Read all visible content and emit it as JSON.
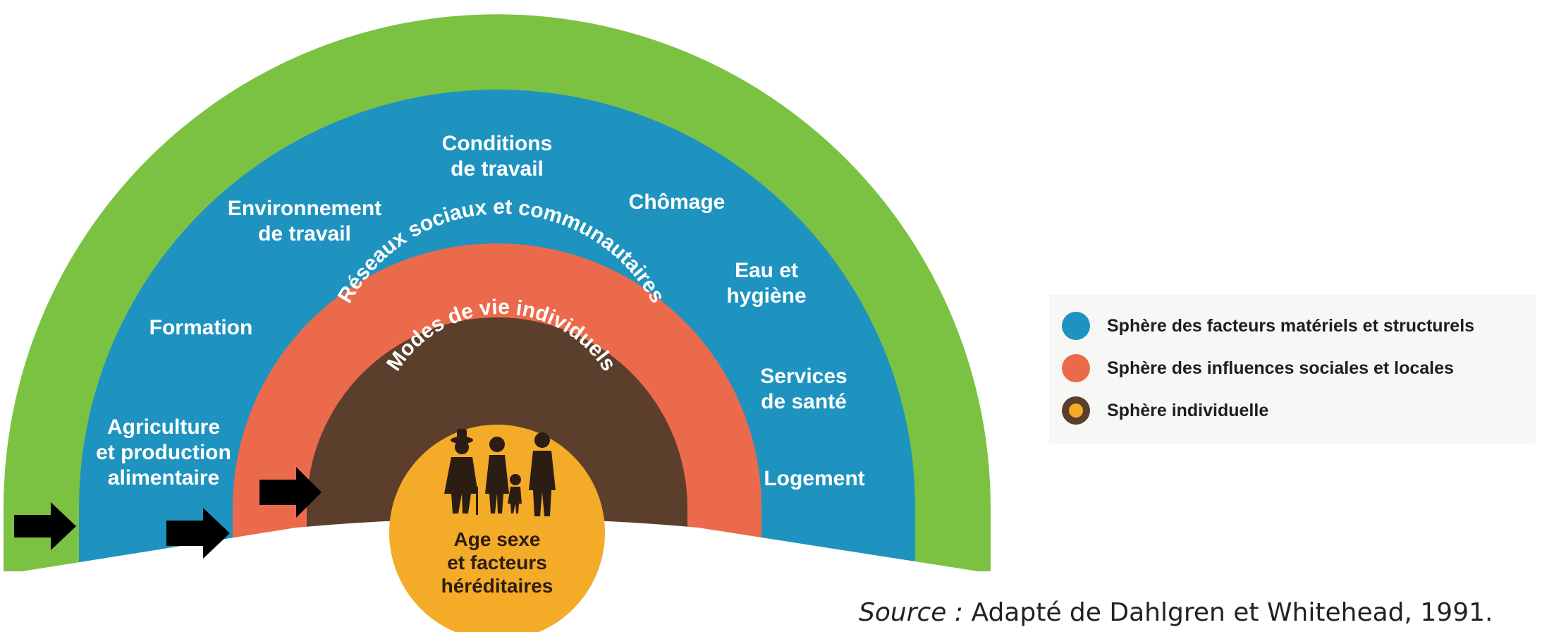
{
  "colors": {
    "outer_ring": "#7cc242",
    "material_sphere": "#1f93c0",
    "social_sphere": "#ec6a4c",
    "individual_sphere": "#5b3f2c",
    "core": "#f4ab27",
    "arrow": "#000000"
  },
  "rings": {
    "outer_title": "Conditions socio-économiques, culturelles et environnementales",
    "social_title": "Réseaux sociaux et communautaires",
    "individual_title": "Modes de vie individuels"
  },
  "material_factors": [
    {
      "lines": [
        "Agriculture",
        "et production",
        "alimentaire"
      ]
    },
    {
      "lines": [
        "Formation"
      ]
    },
    {
      "lines": [
        "Environnement",
        "de travail"
      ]
    },
    {
      "lines": [
        "Conditions",
        "de travail"
      ]
    },
    {
      "lines": [
        "Chômage"
      ]
    },
    {
      "lines": [
        "Eau et",
        "hygiène"
      ]
    },
    {
      "lines": [
        "Services",
        "de santé"
      ]
    },
    {
      "lines": [
        "Logement"
      ]
    }
  ],
  "core": {
    "lines": [
      "Age sexe",
      "et facteurs",
      "héréditaires"
    ]
  },
  "legend": [
    {
      "label": "Sphère des facteurs matériels et structurels",
      "color": "#1f93c0",
      "inner": null
    },
    {
      "label": "Sphère des influences sociales et locales",
      "color": "#ec6a4c",
      "inner": null
    },
    {
      "label": "Sphère individuelle",
      "color": "#5b3f2c",
      "inner": "#f4ab27"
    }
  ],
  "source": {
    "label": "Source :",
    "text": " Adapté de Dahlgren et Whitehead, 1991."
  }
}
